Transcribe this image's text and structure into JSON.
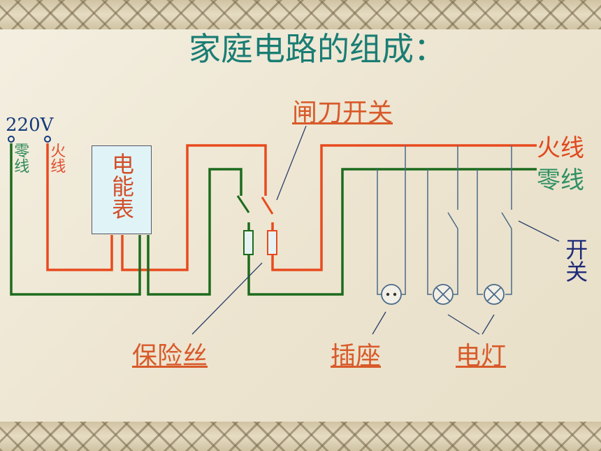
{
  "title": "家庭电路的组成：",
  "voltage": "220V",
  "supply_neutral": "零线",
  "supply_live": "火线",
  "meter": "电能表",
  "knife_switch": "闸刀开关",
  "live_wire": "火线",
  "neutral_wire": "零线",
  "switch": "开关",
  "fuse": "保险丝",
  "socket": "插座",
  "lamp": "电灯",
  "colors": {
    "live": "#e84a1e",
    "neutral": "#1d6b1d",
    "label": "#d85a2a",
    "title": "#1a7d74",
    "thin": "#4a6a8a"
  }
}
